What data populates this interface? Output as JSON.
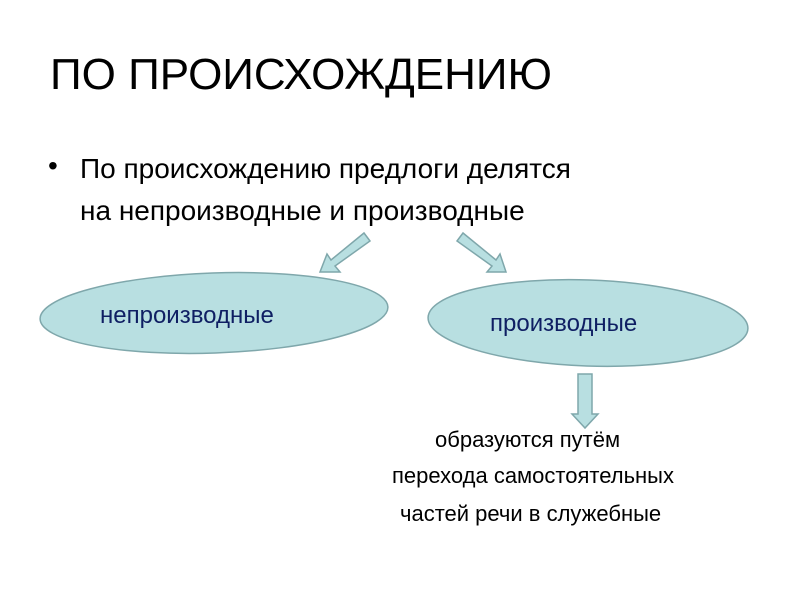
{
  "slide": {
    "title": "ПО ПРОИСХОЖДЕНИЮ",
    "bullet_lines": [
      "По происхождению предлоги делятся",
      "на непроизводные и производные"
    ],
    "left_oval": "непроизводные",
    "right_oval": "производные",
    "description_lines": [
      "образуются путём",
      "перехода самостоятельных",
      "частей речи в служебные"
    ],
    "colors": {
      "oval_fill": "#b8dfe1",
      "oval_stroke": "#7fa7ab",
      "label_text": "#0f1f63"
    }
  }
}
